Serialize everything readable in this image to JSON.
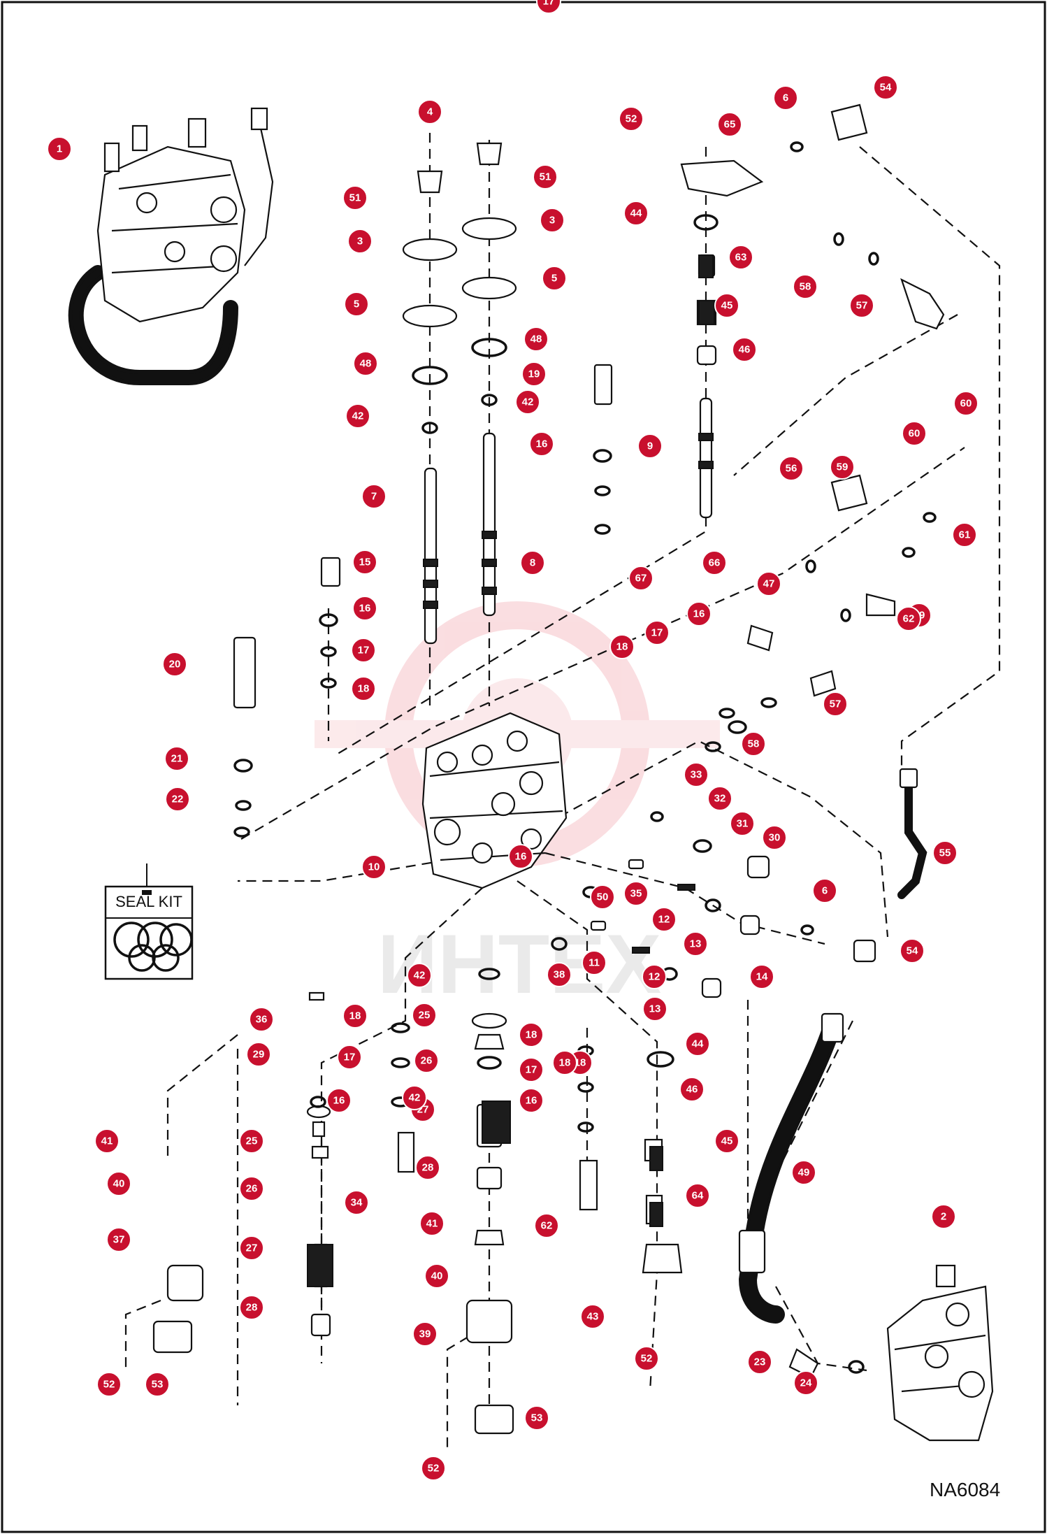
{
  "drawing": {
    "code": "NA6084",
    "seal_kit_label": "SEAL KIT",
    "watermark": "ИНТЕХ",
    "accent_color": "#c8102e"
  },
  "callouts": [
    {
      "n": "1"
    },
    {
      "n": "2"
    },
    {
      "n": "3"
    },
    {
      "n": "3"
    },
    {
      "n": "4"
    },
    {
      "n": "5"
    },
    {
      "n": "5"
    },
    {
      "n": "6"
    },
    {
      "n": "6"
    },
    {
      "n": "7"
    },
    {
      "n": "8"
    },
    {
      "n": "9"
    },
    {
      "n": "10"
    },
    {
      "n": "11"
    },
    {
      "n": "12"
    },
    {
      "n": "12"
    },
    {
      "n": "13"
    },
    {
      "n": "13"
    },
    {
      "n": "14"
    },
    {
      "n": "15"
    },
    {
      "n": "16"
    },
    {
      "n": "16"
    },
    {
      "n": "16"
    },
    {
      "n": "16"
    },
    {
      "n": "16"
    },
    {
      "n": "16"
    },
    {
      "n": "17"
    },
    {
      "n": "17"
    },
    {
      "n": "17"
    },
    {
      "n": "17"
    },
    {
      "n": "17"
    },
    {
      "n": "17"
    },
    {
      "n": "18"
    },
    {
      "n": "18"
    },
    {
      "n": "18"
    },
    {
      "n": "18"
    },
    {
      "n": "18"
    },
    {
      "n": "18"
    },
    {
      "n": "19"
    },
    {
      "n": "20"
    },
    {
      "n": "21"
    },
    {
      "n": "22"
    },
    {
      "n": "23"
    },
    {
      "n": "24"
    },
    {
      "n": "25"
    },
    {
      "n": "25"
    },
    {
      "n": "26"
    },
    {
      "n": "26"
    },
    {
      "n": "27"
    },
    {
      "n": "27"
    },
    {
      "n": "28"
    },
    {
      "n": "28"
    },
    {
      "n": "29"
    },
    {
      "n": "30"
    },
    {
      "n": "31"
    },
    {
      "n": "32"
    },
    {
      "n": "33"
    },
    {
      "n": "34"
    },
    {
      "n": "35"
    },
    {
      "n": "36"
    },
    {
      "n": "37"
    },
    {
      "n": "38"
    },
    {
      "n": "39"
    },
    {
      "n": "40"
    },
    {
      "n": "40"
    },
    {
      "n": "41"
    },
    {
      "n": "41"
    },
    {
      "n": "42"
    },
    {
      "n": "42"
    },
    {
      "n": "42"
    },
    {
      "n": "42"
    },
    {
      "n": "43"
    },
    {
      "n": "44"
    },
    {
      "n": "44"
    },
    {
      "n": "45"
    },
    {
      "n": "45"
    },
    {
      "n": "46"
    },
    {
      "n": "46"
    },
    {
      "n": "47"
    },
    {
      "n": "48"
    },
    {
      "n": "48"
    },
    {
      "n": "49"
    },
    {
      "n": "50"
    },
    {
      "n": "51"
    },
    {
      "n": "51"
    },
    {
      "n": "52"
    },
    {
      "n": "52"
    },
    {
      "n": "52"
    },
    {
      "n": "52"
    },
    {
      "n": "53"
    },
    {
      "n": "53"
    },
    {
      "n": "54"
    },
    {
      "n": "54"
    },
    {
      "n": "55"
    },
    {
      "n": "56"
    },
    {
      "n": "57"
    },
    {
      "n": "57"
    },
    {
      "n": "58"
    },
    {
      "n": "58"
    },
    {
      "n": "59"
    },
    {
      "n": "59"
    },
    {
      "n": "60"
    },
    {
      "n": "60"
    },
    {
      "n": "61"
    },
    {
      "n": "62"
    },
    {
      "n": "62"
    },
    {
      "n": "63"
    },
    {
      "n": "64"
    },
    {
      "n": "65"
    },
    {
      "n": "66"
    },
    {
      "n": "67"
    }
  ]
}
